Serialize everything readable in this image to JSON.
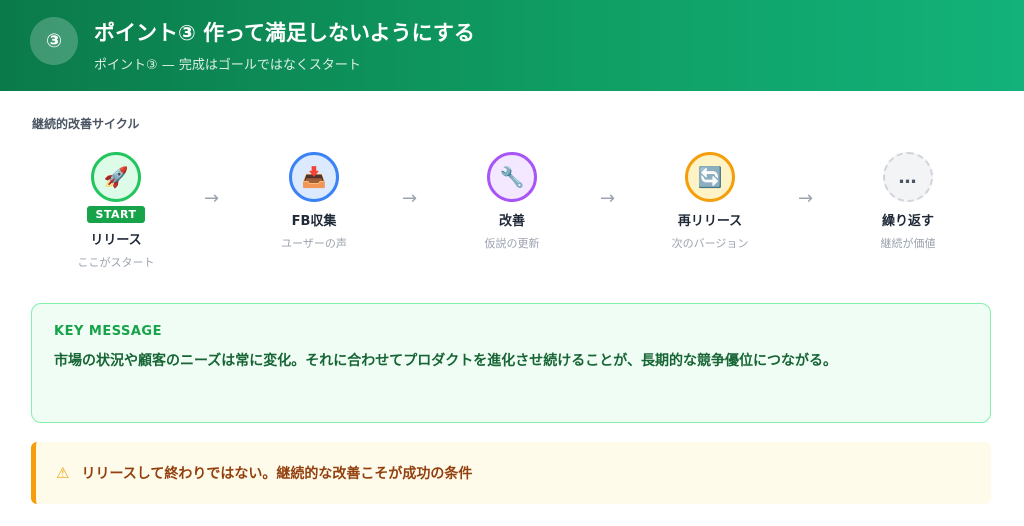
{
  "header": {
    "badge": "③",
    "title": "ポイント③ 作って満足しないようにする",
    "subtitle": "ポイント③ — 完成はゴールではなくスタート"
  },
  "cycle": {
    "section_label": "継続的改善サイクル",
    "start_tag": "START",
    "arrow": "→",
    "steps": [
      {
        "label": "リリース",
        "sub": "ここがスタート",
        "icon": "rocket-icon",
        "glyph": "🚀"
      },
      {
        "label": "FB収集",
        "sub": "ユーザーの声",
        "icon": "inbox-tray-icon",
        "glyph": "📥"
      },
      {
        "label": "改善",
        "sub": "仮説の更新",
        "icon": "wrench-icon",
        "glyph": "🔧"
      },
      {
        "label": "再リリース",
        "sub": "次のバージョン",
        "icon": "refresh-icon",
        "glyph": "🔄"
      },
      {
        "label": "繰り返す",
        "sub": "継続が価値",
        "icon": "ellipsis-icon",
        "glyph": "…"
      }
    ]
  },
  "key_message": {
    "title": "KEY MESSAGE",
    "text": "市場の状況や顧客のニーズは常に変化。それに合わせてプロダクトを進化させ続けることが、長期的な競争優位につながる。"
  },
  "warning": {
    "icon": "warning-icon",
    "glyph": "⚠",
    "text": "リリースして終わりではない。継続的な改善こそが成功の条件"
  },
  "colors": {
    "header_gradient_start": "#0b7a4a",
    "header_gradient_end": "#12b27a",
    "accent_green": "#16a34a",
    "step_blue": "#3b82f6",
    "step_purple": "#a855f7",
    "step_orange": "#f59e0b",
    "warning_text": "#92400e"
  }
}
